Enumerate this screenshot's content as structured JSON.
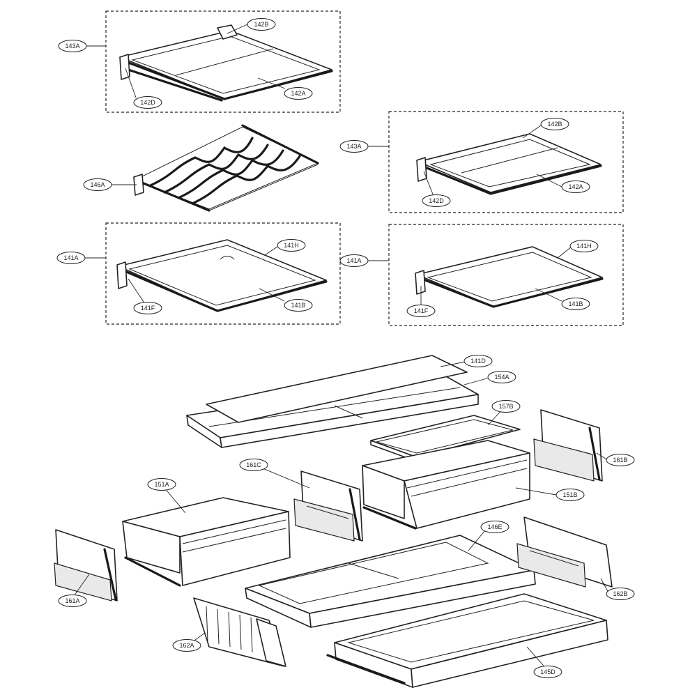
{
  "callouts": {
    "c143A_top": "143A",
    "c142B_top": "142B",
    "c142D_top": "142D",
    "c142A_top": "142A",
    "c146A": "146A",
    "c143A_right": "143A",
    "c142B_right": "142B",
    "c142A_right": "142A",
    "c142D_right": "142D",
    "c141A_left": "141A",
    "c141H_left": "141H",
    "c141F_left": "141F",
    "c141B_left": "141B",
    "c141A_right": "141A",
    "c141H_right": "141H",
    "c141F_right": "141F",
    "c141B_right": "141B",
    "c141D": "141D",
    "c154A": "154A",
    "c157B": "157B",
    "c161B": "161B",
    "c161C": "161C",
    "c151A": "151A",
    "c151B": "151B",
    "c146E": "146E",
    "c161A": "161A",
    "c162B": "162B",
    "c162A": "162A",
    "c145D": "145D"
  }
}
